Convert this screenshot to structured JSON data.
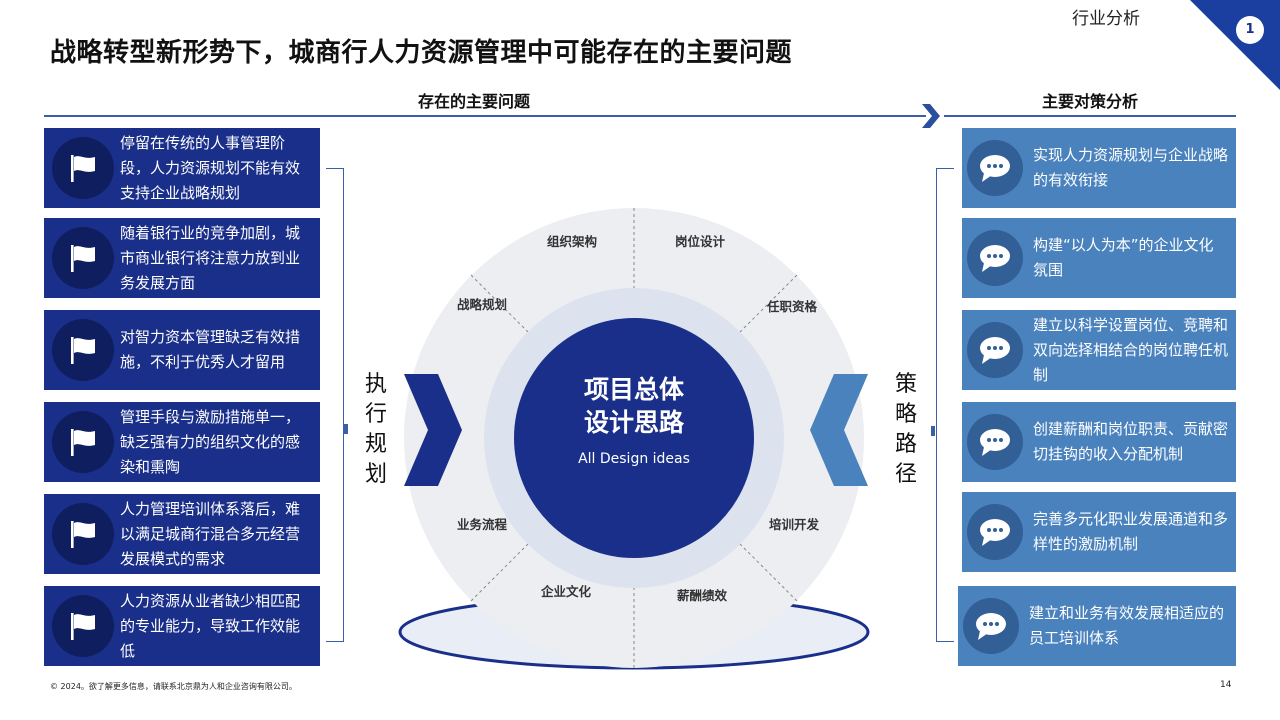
{
  "header": {
    "section": "行业分析",
    "page_badge": "1",
    "title": "战略转型新形势下，城商行人力资源管理中可能存在的主要问题"
  },
  "columns": {
    "problems_heading": "存在的主要问题",
    "measures_heading": "主要对策分析"
  },
  "problems": [
    {
      "text": "停留在传统的人事管理阶段，人力资源规划不能有效支持企业战略规划",
      "icon": "flag-icon"
    },
    {
      "text": "随着银行业的竞争加剧，城市商业银行将注意力放到业务发展方面",
      "icon": "flag-icon"
    },
    {
      "text": "对智力资本管理缺乏有效措施，不利于优秀人才留用",
      "icon": "flag-icon"
    },
    {
      "text": "管理手段与激励措施单一，缺乏强有力的组织文化的感染和熏陶",
      "icon": "flag-icon"
    },
    {
      "text": "人力管理培训体系落后，难以满足城商行混合多元经营发展模式的需求",
      "icon": "flag-icon"
    },
    {
      "text": "人力资源从业者缺少相匹配的专业能力，导致工作效能低",
      "icon": "flag-icon"
    }
  ],
  "measures": [
    {
      "text": "实现人力资源规划与企业战略的有效衔接",
      "icon": "chat-bubble-icon"
    },
    {
      "text": "构建“以人为本”的企业文化氛围",
      "icon": "chat-bubble-icon"
    },
    {
      "text": "建立以科学设置岗位、竞聘和双向选择相结合的岗位聘任机制",
      "icon": "chat-bubble-icon"
    },
    {
      "text": "创建薪酬和岗位职责、贡献密切挂钩的收入分配机制",
      "icon": "chat-bubble-icon"
    },
    {
      "text": "完善多元化职业发展通道和多样性的激励机制",
      "icon": "chat-bubble-icon"
    },
    {
      "text": "建立和业务有效发展相适应的员工培训体系",
      "icon": "chat-bubble-icon"
    }
  ],
  "left_label": "执行规划",
  "right_label": "策略路径",
  "center": {
    "title_line1": "项目总体",
    "title_line2": "设计思路",
    "subtitle": "All Design ideas"
  },
  "segments": [
    "组织架构",
    "岗位设计",
    "任职资格",
    "培训开发",
    "薪酬绩效",
    "企业文化",
    "业务流程",
    "战略规划"
  ],
  "colors": {
    "problem_bg": "#1a2f8a",
    "measure_bg": "#4a82be",
    "center": "#1a2f8a",
    "chevron_left": "#1a2f8a",
    "chevron_right": "#4a82be"
  },
  "footer": {
    "copyright": "© 2024。欲了解更多信息，请联系北京鼎为人和企业咨询有限公司。",
    "page": "14"
  }
}
